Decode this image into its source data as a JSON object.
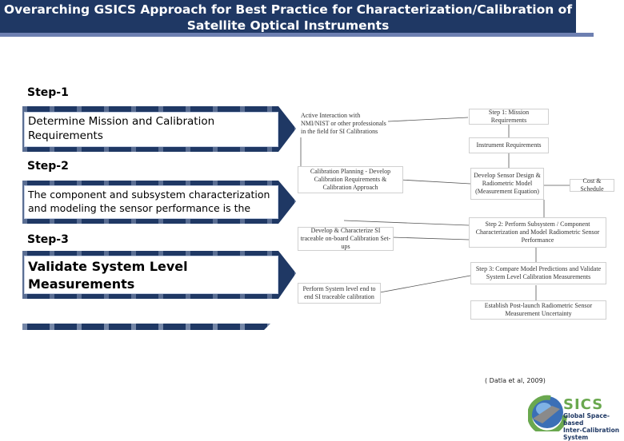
{
  "title": {
    "line1": "Overarching GSICS Approach for Best Practice for Characterization/Calibration of",
    "line2": "Satellite Optical Instruments"
  },
  "steps": [
    {
      "label": "Step-1",
      "text": "Determine Mission and Calibration Requirements"
    },
    {
      "label": "Step-2",
      "text": "The component and subsystem characterization and modeling the sensor performance is the"
    },
    {
      "label": "Step-3",
      "text": "Validate System Level Measurements"
    }
  ],
  "flowchart": {
    "interaction": "Active Interaction with NMI/NIST or other professionals in the field for SI Calibrations",
    "mission_req": "Step 1: Mission Requirements",
    "instrument_req": "Instrument Requirements",
    "cal_planning": "Calibration Planning - Develop Calibration Requirements & Calibration Approach",
    "sensor_design": "Develop Sensor Design & Radiometric Model (Measurement Equation)",
    "cost_schedule": "Cost & Schedule",
    "step2_box": "Step 2: Perform Subsystem / Component Characterization and Model Radiometric Sensor Performance",
    "onboard_cal": "Develop & Characterize SI traceable on-board Calibration Set-ups",
    "step3_box": "Step 3: Compare Model Predictions and Validate System Level Calibration Measurements",
    "system_cal": "Perform System level end to end SI traceable calibration",
    "post_launch": "Establish Post-launch Radiometric Sensor Measurement Uncertainty"
  },
  "citation": "( Datla et al, 2009)",
  "logo": {
    "name": "GSICS",
    "subtitle_line1": "Global Space-based",
    "subtitle_line2": "Inter-Calibration System"
  },
  "colors": {
    "title_bg": "#1f3864",
    "arrow_fill": "#1f3864",
    "arrow_highlight": "#c9d3ea",
    "logo_green": "#6aa84f"
  }
}
